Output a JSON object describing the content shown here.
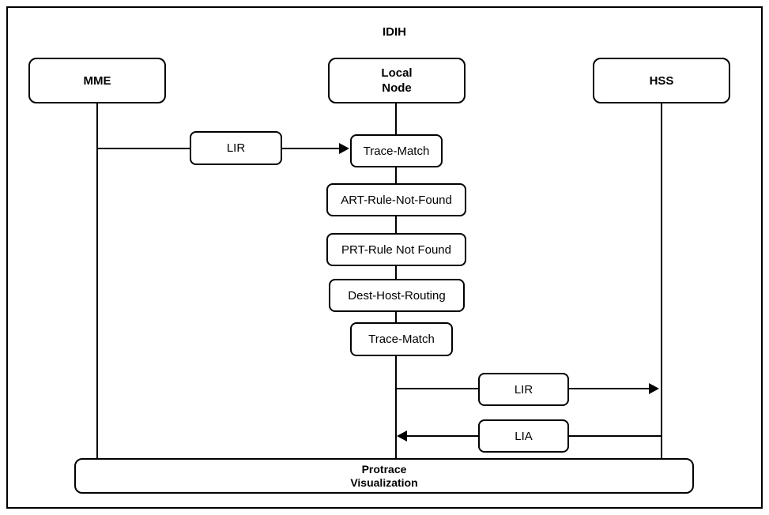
{
  "colors": {
    "line": "#000000",
    "background": "#ffffff",
    "box_fill": "#ffffff"
  },
  "diagram": {
    "title": "IDIH",
    "actors": {
      "mme": "MME",
      "local_node": "Local\nNode",
      "hss": "HSS"
    },
    "messages": {
      "lir_mme_to_node": "LIR",
      "lir_node_to_hss": "LIR",
      "lia_hss_to_node": "LIA"
    },
    "processes": {
      "trace_match_1": "Trace-Match",
      "art_rule_not_found": "ART-Rule-Not-Found",
      "prt_rule_not_found": "PRT-Rule Not Found",
      "dest_host_routing": "Dest-Host-Routing",
      "trace_match_2": "Trace-Match"
    },
    "footer": "Protrace\nVisualization"
  }
}
